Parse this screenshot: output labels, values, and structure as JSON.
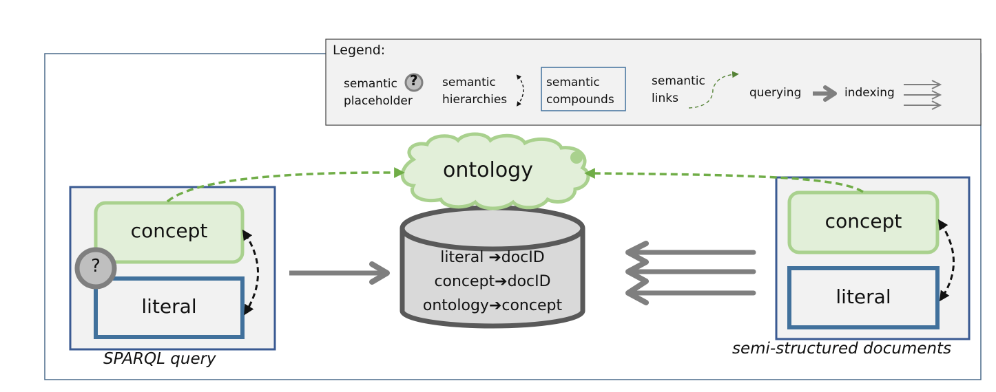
{
  "legend": {
    "title": "Legend:",
    "items": [
      {
        "id": "placeholder",
        "line1": "semantic",
        "line2": "placeholder",
        "icon": "question-circle-icon"
      },
      {
        "id": "hierarchies",
        "line1": "semantic",
        "line2": "hierarchies",
        "icon": "dashed-double-arrow-icon"
      },
      {
        "id": "compounds",
        "line1": "semantic",
        "line2": "compounds",
        "icon": "bordered-box"
      },
      {
        "id": "links",
        "line1": "semantic",
        "line2": "links",
        "icon": "green-dashed-arrow-icon"
      },
      {
        "id": "querying",
        "label": "querying",
        "icon": "thick-gray-arrow-icon"
      },
      {
        "id": "indexing",
        "label": "indexing",
        "icon": "triple-arrow-icon"
      }
    ]
  },
  "query_panel": {
    "caption": "SPARQL query",
    "concept_label": "concept",
    "literal_label": "literal",
    "placeholder_symbol": "?"
  },
  "ontology": {
    "label": "ontology"
  },
  "index_db": {
    "rows": [
      {
        "from": "literal ",
        "arrow": "➔",
        "to": "docID"
      },
      {
        "from": "concept",
        "arrow": "➔",
        "to": "docID"
      },
      {
        "from": "ontology",
        "arrow": "➔",
        "to": "concept"
      }
    ]
  },
  "documents_panel": {
    "caption": "semi-structured documents",
    "concept_label": "concept",
    "literal_label": "literal"
  },
  "colors": {
    "panel_border": "#3a5a92",
    "outer_border": "#4a6a8a",
    "concept_fill": "#e2efd9",
    "concept_border": "#a9d18e",
    "literal_border": "#41719c",
    "link_green": "#70ad47",
    "arrow_gray": "#7f7f7f",
    "panel_fill": "#f2f2f2",
    "db_fill": "#d9d9d9",
    "db_border": "#595959"
  }
}
